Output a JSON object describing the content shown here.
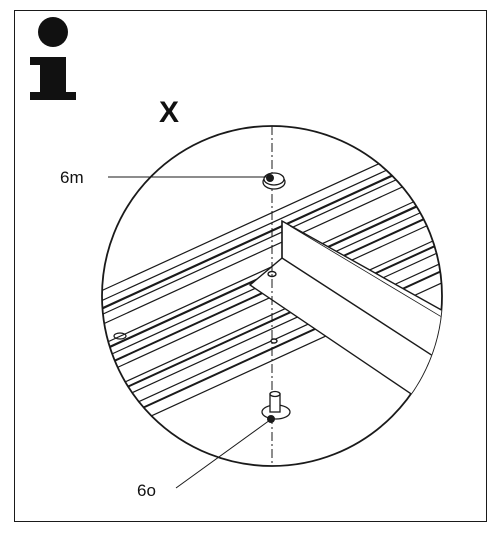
{
  "info_icon": "info-i-icon",
  "view_label": "X",
  "callouts": [
    {
      "id": "part-6m",
      "label": "6m"
    },
    {
      "id": "part-6o",
      "label": "6o"
    }
  ],
  "colors": {
    "ink": "#1a1a1a",
    "paper": "#ffffff"
  }
}
